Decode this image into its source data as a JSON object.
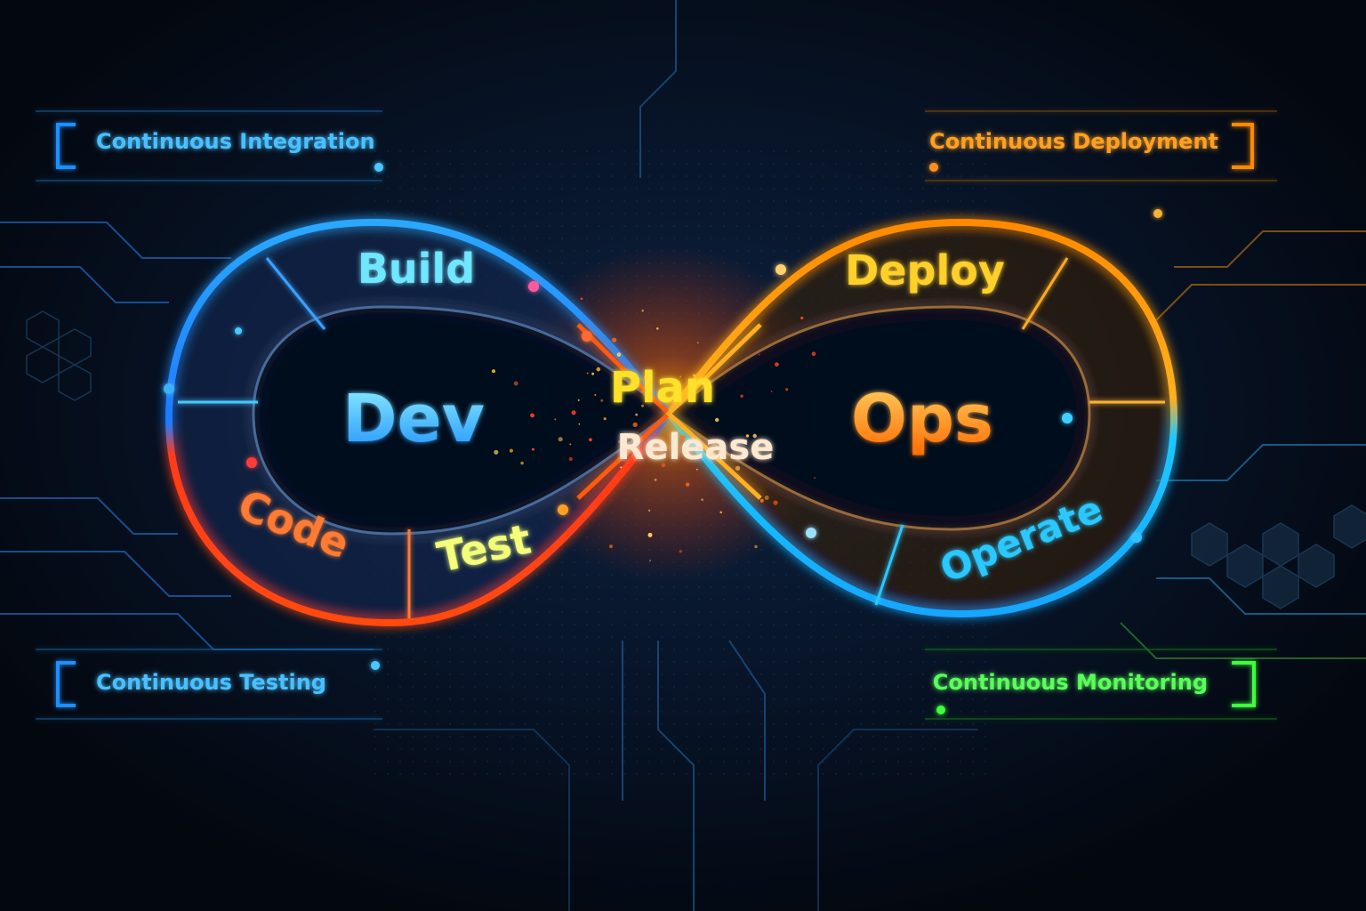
{
  "center": {
    "left": "Dev",
    "right": "Ops"
  },
  "stages": {
    "build": "Build",
    "code": "Code",
    "test": "Test",
    "plan": "Plan",
    "release": "Release",
    "deploy": "Deploy",
    "operate": "Operate"
  },
  "practices": {
    "integration": "Continuous Integration",
    "deployment": "Continuous Deployment",
    "testing": "Continuous Testing",
    "monitoring": "Continuous Monitoring"
  },
  "colors": {
    "background": "#050a14",
    "dev_blue": "#1e90ff",
    "dev_red": "#ff3a1a",
    "center_yellow": "#ffd21a",
    "ops_orange": "#ff8a00",
    "ops_cyan": "#1ec8ff",
    "monitor_green": "#3dff3d"
  }
}
